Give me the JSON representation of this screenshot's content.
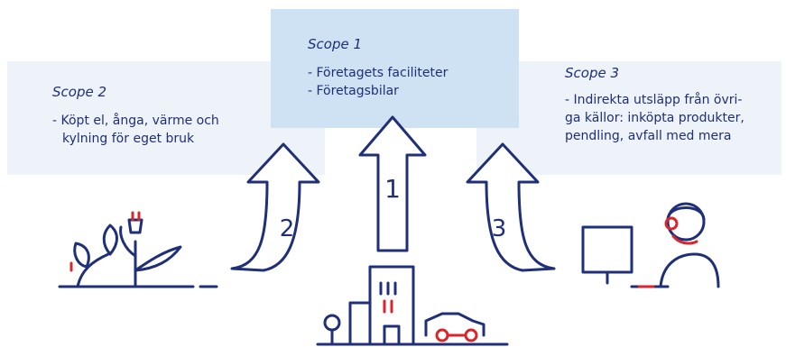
{
  "colors": {
    "navy": "#1f2f78",
    "red": "#d9262b",
    "panel_light": "#edf3f9",
    "panel_mid": "#cfe2f3"
  },
  "scope1": {
    "title": "Scope 1",
    "lines": [
      "- Företagets faciliteter",
      "- Företagsbilar"
    ],
    "arrow_number": "1"
  },
  "scope2": {
    "title": "Scope 2",
    "lines": [
      "- Köpt el, ånga, värme och",
      "kylning för eget bruk"
    ],
    "arrow_number": "2"
  },
  "scope3": {
    "title": "Scope 3",
    "lines": [
      "- Indirekta utsläpp från övri-",
      "ga källor: inköpta produkter,",
      "pendling, avfall med mera"
    ],
    "arrow_number": "3"
  },
  "icons": {
    "plant": "plant-with-plug-icon",
    "building": "office-building-icon",
    "car": "car-icon",
    "person": "person-at-computer-icon"
  }
}
